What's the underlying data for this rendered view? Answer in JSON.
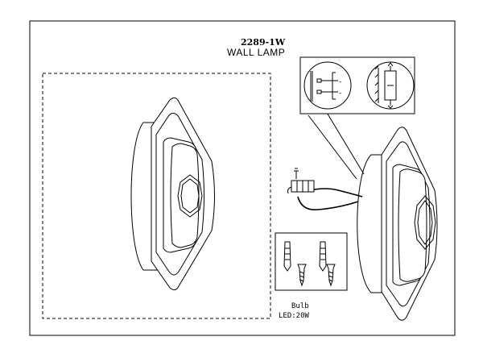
{
  "model": "2289-1W",
  "product_name": "WALL LAMP",
  "bulb_label": "Bulb",
  "bulb_spec": "LED:20W",
  "line_color": "#000000",
  "background_color": "#ffffff"
}
